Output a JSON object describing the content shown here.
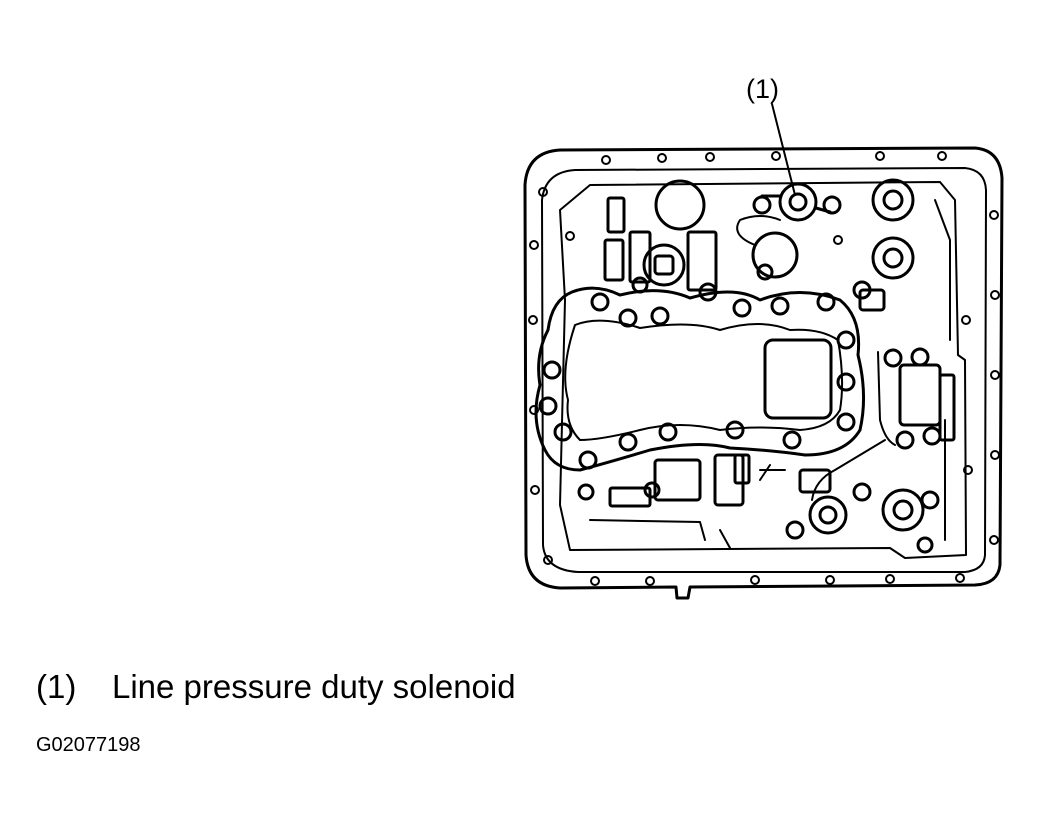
{
  "callout": {
    "label": "(1)"
  },
  "legend": {
    "items": [
      {
        "number": "(1)",
        "text": "Line pressure duty solenoid"
      }
    ]
  },
  "figure_id": "G02077198"
}
